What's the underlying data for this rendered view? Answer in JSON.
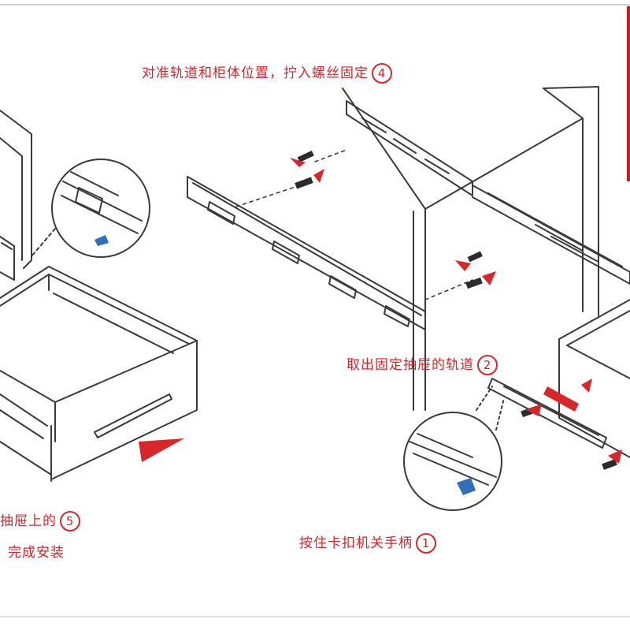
{
  "colors": {
    "accent": "#d9262a",
    "line": "#3a3a3a",
    "blue": "#2f6fb8"
  },
  "steps": {
    "step1": {
      "num": "1",
      "text": "按住卡扣机关手柄"
    },
    "step2": {
      "num": "2",
      "text": "取出固定抽屉的轨道"
    },
    "step4": {
      "num": "4",
      "text": "对准轨道和柜体位置，拧入螺丝固定"
    },
    "step5": {
      "num": "5",
      "text": "抽屉上的",
      "line2": "完成安装"
    }
  }
}
